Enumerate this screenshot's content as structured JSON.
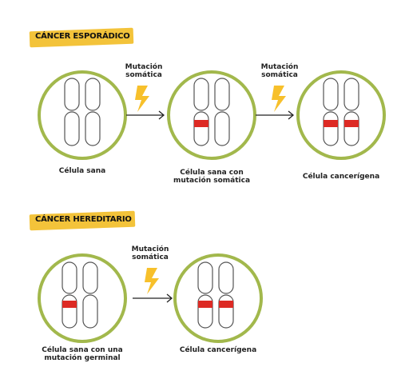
{
  "colors": {
    "circle": "#a2b84c",
    "mutation": "#dd2a24",
    "bolt": "#f7c02b",
    "highlight": "#f3c33a",
    "outline": "#555555"
  },
  "sporadic": {
    "title": "CÁNCER ESPORÁDICO",
    "cells": [
      {
        "label_lines": [
          "Célula sana"
        ],
        "mutations": 0
      },
      {
        "label_lines": [
          "Célula sana con",
          "mutación  somática"
        ],
        "mutations": 1
      },
      {
        "label_lines": [
          "Célula cancerígena"
        ],
        "mutations": 2
      }
    ],
    "arrows": [
      {
        "label_lines": [
          "Mutación",
          "somática"
        ]
      },
      {
        "label_lines": [
          "Mutación",
          "somática"
        ]
      }
    ]
  },
  "hereditary": {
    "title": "CÁNCER HEREDITARIO",
    "cells": [
      {
        "label_lines": [
          "Célula sana con una",
          "mutación germinal"
        ],
        "mutations": 1
      },
      {
        "label_lines": [
          "Célula cancerígena"
        ],
        "mutations": 2
      }
    ],
    "arrows": [
      {
        "label_lines": [
          "Mutación",
          "somática"
        ]
      }
    ]
  }
}
